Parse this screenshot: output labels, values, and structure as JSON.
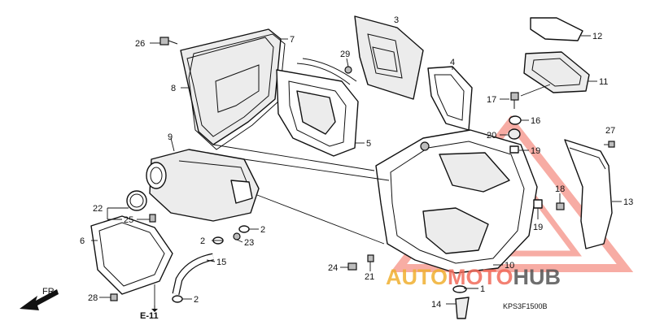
{
  "callouts": [
    {
      "n": "1"
    },
    {
      "n": "2"
    },
    {
      "n": "2"
    },
    {
      "n": "2"
    },
    {
      "n": "3"
    },
    {
      "n": "4"
    },
    {
      "n": "5"
    },
    {
      "n": "6"
    },
    {
      "n": "7"
    },
    {
      "n": "8"
    },
    {
      "n": "9"
    },
    {
      "n": "10"
    },
    {
      "n": "11"
    },
    {
      "n": "12"
    },
    {
      "n": "13"
    },
    {
      "n": "14"
    },
    {
      "n": "15"
    },
    {
      "n": "16"
    },
    {
      "n": "17"
    },
    {
      "n": "18"
    },
    {
      "n": "19"
    },
    {
      "n": "19"
    },
    {
      "n": "20"
    },
    {
      "n": "21"
    },
    {
      "n": "22"
    },
    {
      "n": "23"
    },
    {
      "n": "24"
    },
    {
      "n": "25"
    },
    {
      "n": "26"
    },
    {
      "n": "27"
    },
    {
      "n": "28"
    },
    {
      "n": "29"
    }
  ],
  "front_arrow_label": "FR.",
  "section_ref": "E-11",
  "diagram_code": "KPS3F1500B",
  "watermark": {
    "part1": "AUTO",
    "part2": "MOTO",
    "part3": "HUB",
    "color_auto": "#f0b030",
    "color_moto": "#f26a5a",
    "color_hub": "#555555"
  }
}
